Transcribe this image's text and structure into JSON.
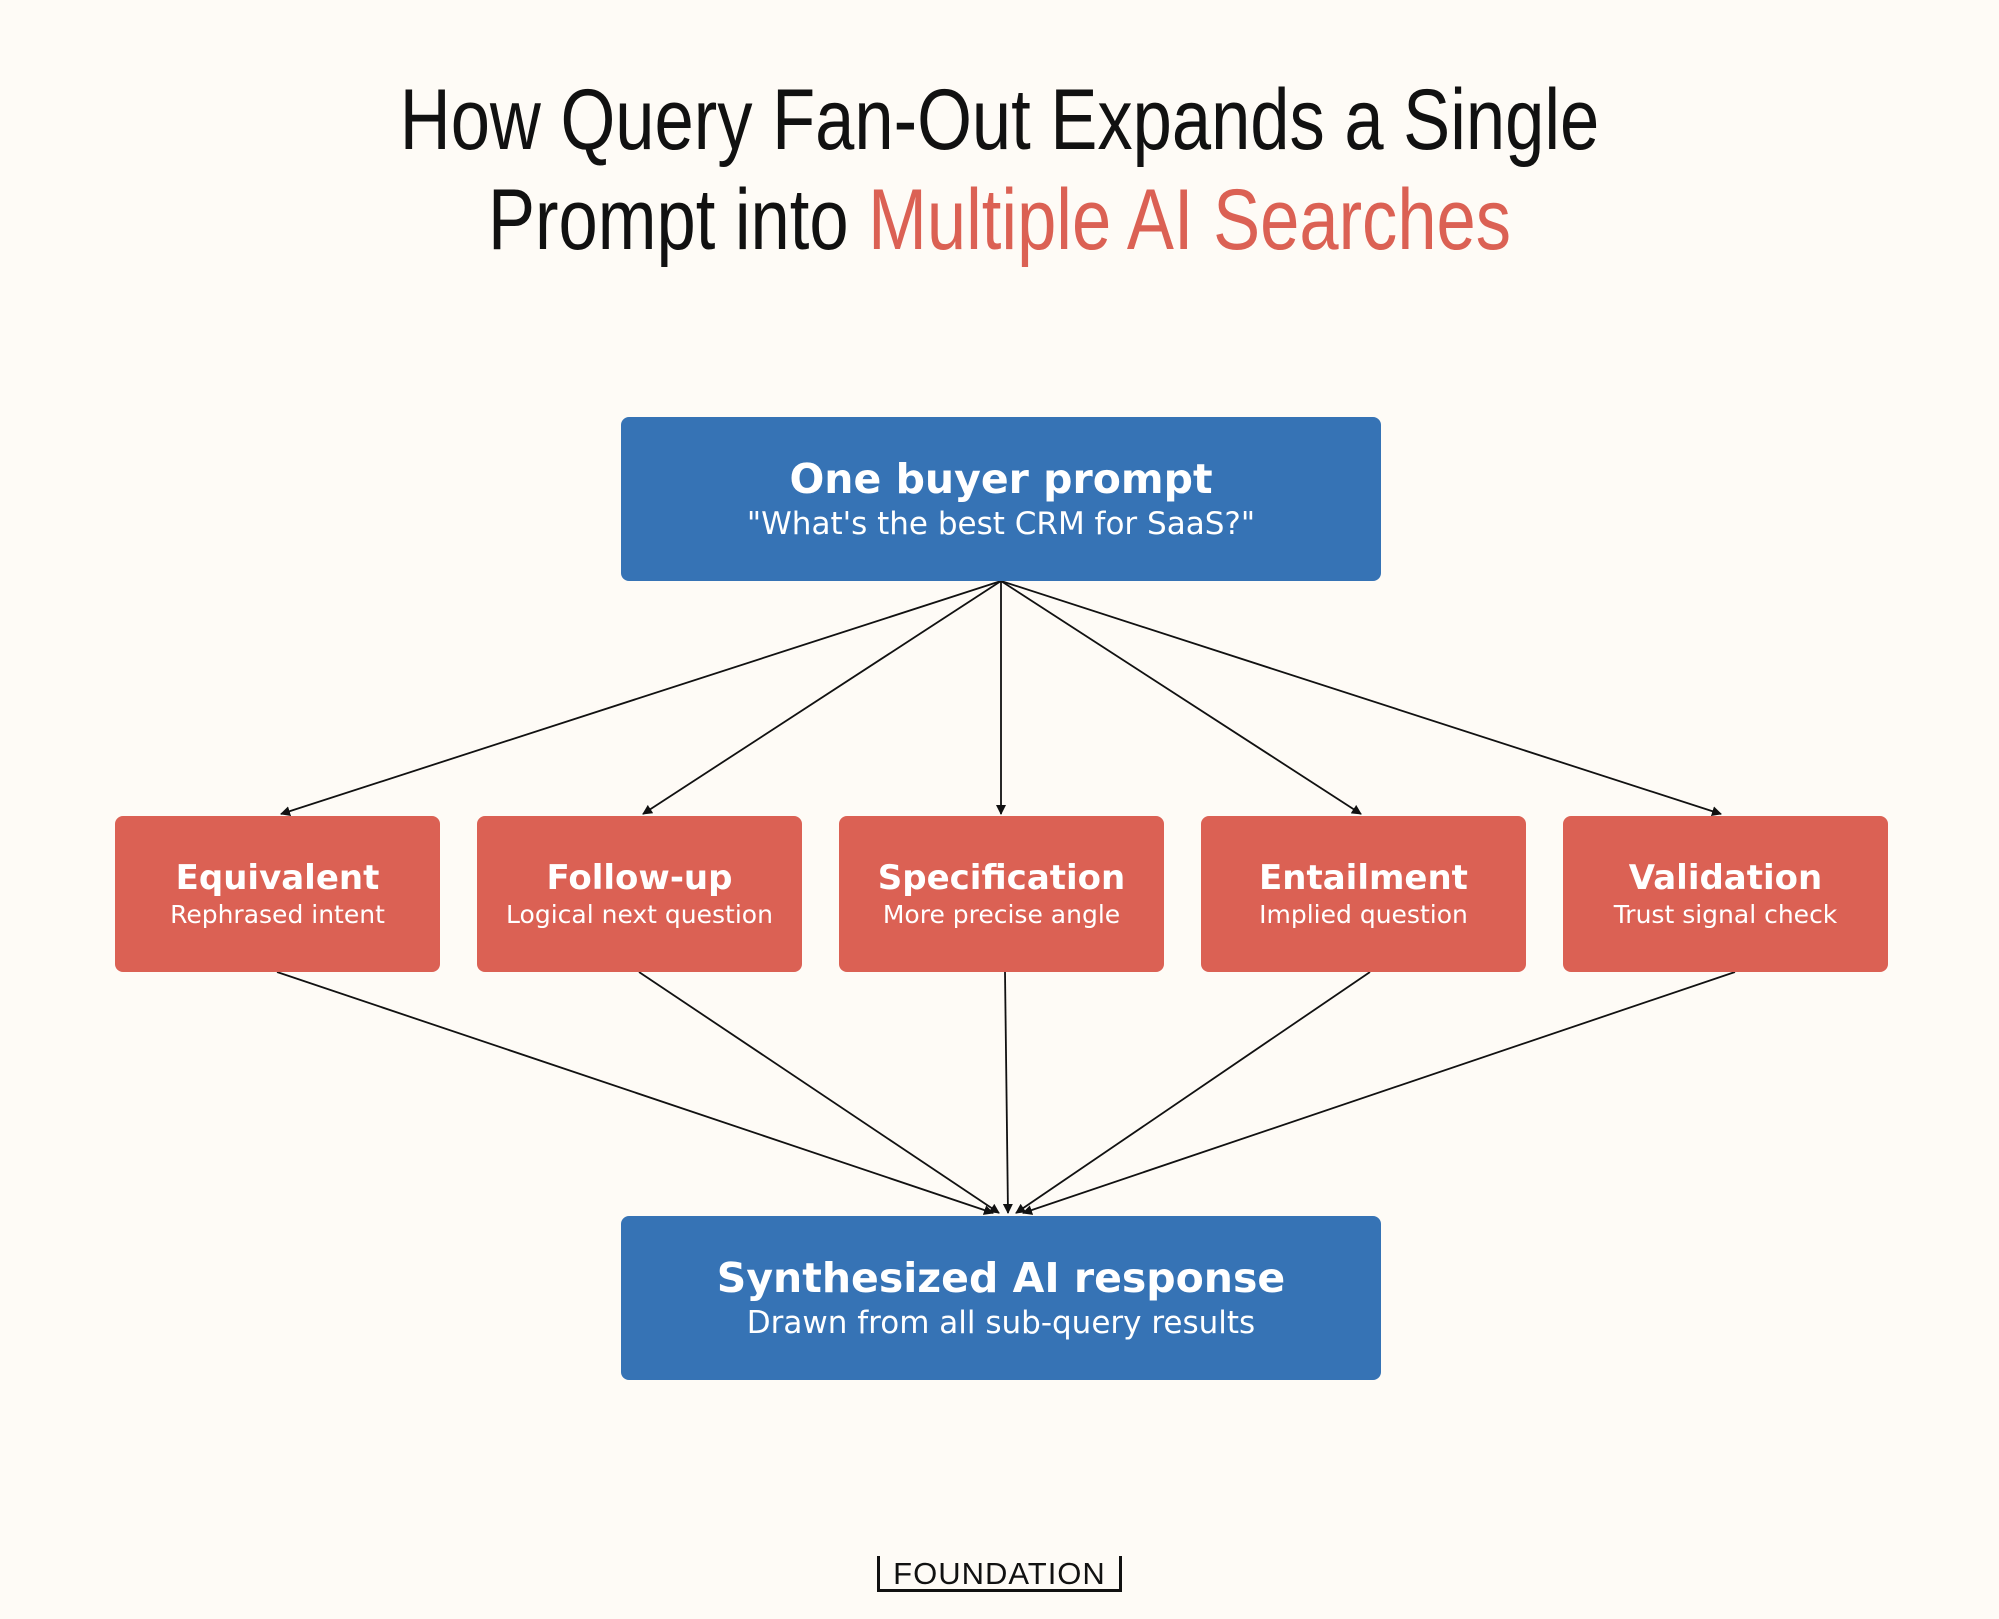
{
  "title": {
    "line1": "How Query Fan-Out Expands a Single",
    "line2_plain": "Prompt into ",
    "line2_accent": "Multiple AI Searches"
  },
  "colors": {
    "blue": "#3673b5",
    "red": "#db6154",
    "background": "#fefbf6"
  },
  "top_node": {
    "heading": "One buyer prompt",
    "subtext": "\"What's the best CRM for SaaS?\""
  },
  "sub_queries": [
    {
      "heading": "Equivalent",
      "subtext": "Rephrased intent"
    },
    {
      "heading": "Follow-up",
      "subtext": "Logical next question"
    },
    {
      "heading": "Specification",
      "subtext": "More precise angle"
    },
    {
      "heading": "Entailment",
      "subtext": "Implied question"
    },
    {
      "heading": "Validation",
      "subtext": "Trust signal check"
    }
  ],
  "bottom_node": {
    "heading": "Synthesized AI response",
    "subtext": "Drawn from all sub-query results"
  },
  "logo": "FOUNDATION"
}
